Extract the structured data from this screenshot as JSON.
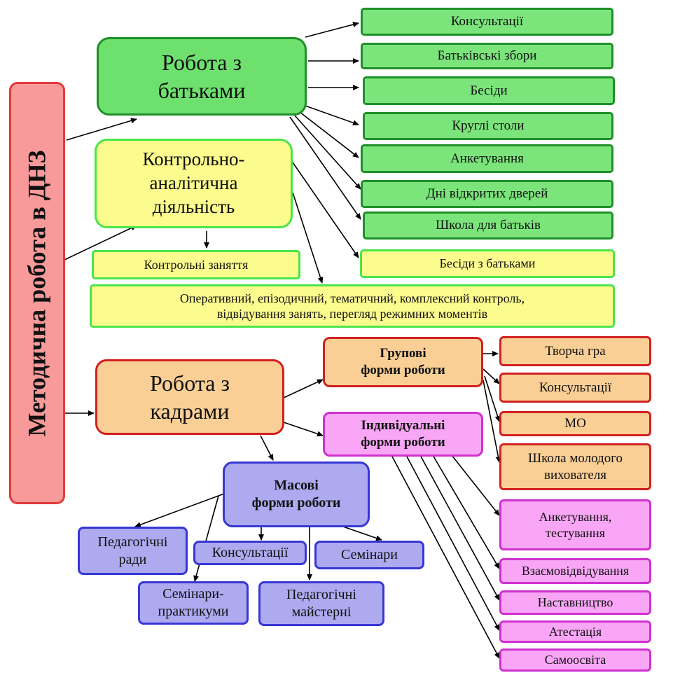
{
  "title": "Методична робота в ДНЗ",
  "parents": {
    "title": "Робота з\nбатьками",
    "items": [
      "Консультації",
      "Батьківські збори",
      "Бесіди",
      "Круглі столи",
      "Анкетування",
      "Дні відкритих дверей",
      "Школа для батьків"
    ]
  },
  "control": {
    "title": "Контрольно-\nаналітична\nдіяльність",
    "control_lessons": "Контрольні заняття",
    "talks_with_parents": "Бесіди з батьками",
    "control_types": "Оперативний, епізодичний, тематичний, комплексний контроль,\nвідвідування занять, перегляд режимних моментів"
  },
  "staff": {
    "title": "Робота з\nкадрами",
    "group": {
      "title": "Групові\nформи роботи",
      "items": [
        "Творча гра",
        "Консультації",
        "МО",
        "Школа молодого\nвихователя"
      ]
    },
    "individual": {
      "title": "Індивідуальні\nформи роботи",
      "items": [
        "Анкетування,\nтестування",
        "Взаємовідвідування",
        "Наставництво",
        "Атестація",
        "Самоосвіта"
      ]
    },
    "mass": {
      "title": "Масові\nформи роботи",
      "items": [
        "Педагогічні\nради",
        "Консультації",
        "Семінари",
        "Семінари-\nпрактикуми",
        "Педагогічні\nмайстерні"
      ]
    }
  },
  "colors": {
    "main_red": "#f99a9a",
    "green": "#6ee06e",
    "yellow": "#fbfb8e",
    "orange": "#f9cf96",
    "pink": "#f8a6f5",
    "blue": "#aeaaf0"
  }
}
